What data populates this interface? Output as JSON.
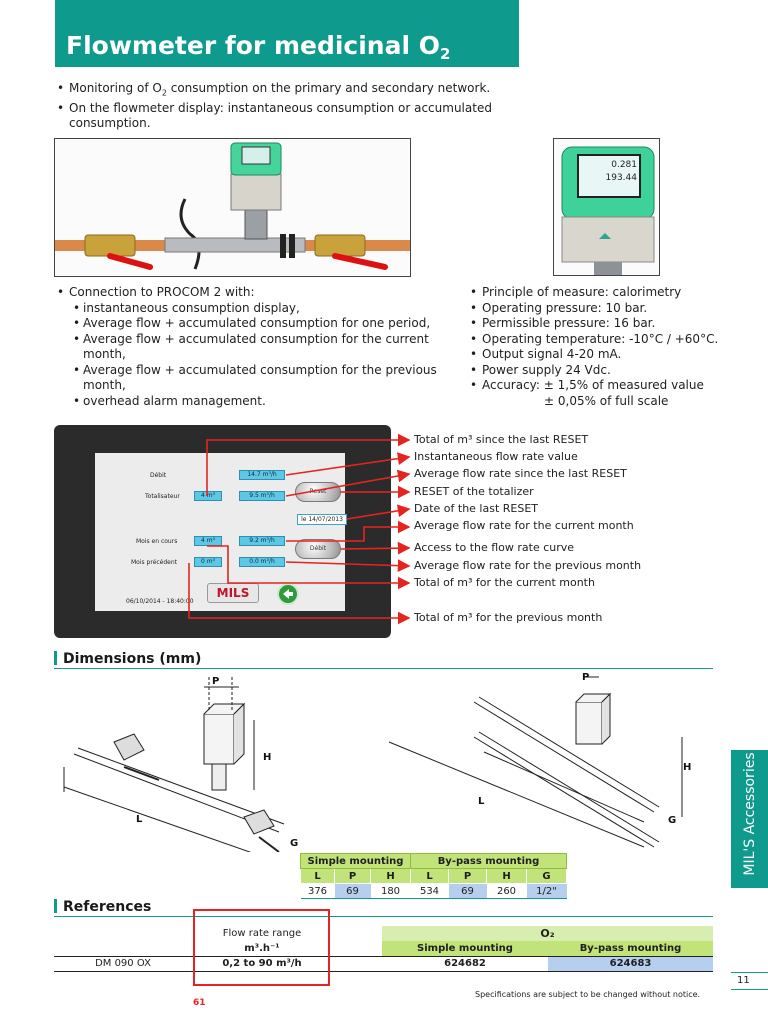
{
  "title": {
    "text": "Flowmeter for medicinal O",
    "sub": "2"
  },
  "intro": {
    "line1_pre": "Monitoring of O",
    "line1_sub": "2",
    "line1_post": " consumption on the primary and secondary network.",
    "line2": "On the flowmeter display: instantaneous consumption or accumulated",
    "line2b": "consumption."
  },
  "photo_right": {
    "value1": "0.281",
    "value2": "193.44"
  },
  "connection": {
    "heading": "Connection to PROCOM 2 with:",
    "items": [
      "instantaneous consumption display,",
      "Average flow + accumulated consumption for one period,",
      "Average flow + accumulated consumption for the current month,",
      "Average flow + accumulated consumption for the previous month,",
      "overhead alarm management."
    ]
  },
  "specs": {
    "items": [
      "Principle of measure: calorimetry",
      "Operating pressure: 10 bar.",
      "Permissible pressure: 16 bar.",
      "Operating temperature: -10°C / +60°C.",
      "Output signal 4-20 mA.",
      "Power supply 24 Vdc.",
      "Accuracy: ± 1,5% of measured value"
    ],
    "accuracy_line2": "± 0,05% of full scale"
  },
  "screen": {
    "debit_label": "Débit",
    "debit_value": "14.7 m³/h",
    "totalisateur_label": "Totalisateur",
    "tot_value": "4 m³",
    "tot_avg": "9.5 m³/h",
    "reset_btn": "Reset",
    "date_value": "le 14/07/2013",
    "mois_cours_label": "Mois en cours",
    "mois_cours_value": "4 m³",
    "mois_cours_avg": "9.2 m³/h",
    "debit_btn": "Débit",
    "mois_prec_label": "Mois précédent",
    "mois_prec_value": "0 m³",
    "mois_prec_avg": "0.0 m³/h",
    "timestamp": "06/10/2014 - 18:40:00",
    "logo": "MILS"
  },
  "annotations": [
    "Total of m³ since the last RESET",
    "Instantaneous flow rate value",
    "Average flow rate since the last RESET",
    "RESET of the totalizer",
    "Date of the last RESET",
    "Average flow rate for the current month",
    "Access to the flow rate curve",
    "Average flow rate for the previous month",
    "Total of m³ for the current month",
    "Total of m³ for the previous month"
  ],
  "dimensions": {
    "heading": "Dimensions (mm)",
    "labels": {
      "p": "P",
      "h": "H",
      "l": "L",
      "g": "G"
    },
    "table": {
      "group1": "Simple mounting",
      "group2": "By-pass mounting",
      "cols": [
        "L",
        "P",
        "H",
        "L",
        "P",
        "H",
        "G"
      ],
      "values": [
        "376",
        "69",
        "180",
        "534",
        "69",
        "260",
        "1/2\""
      ]
    }
  },
  "references": {
    "heading": "References",
    "flow_head1": "Flow rate range",
    "flow_head2": "m³.h⁻¹",
    "gas": "O₂",
    "simple": "Simple mounting",
    "bypass": "By-pass mounting",
    "row": {
      "model": "DM 090 OX",
      "range": "0,2 to 90 m³/h",
      "simple": "624682",
      "bypass": "624683"
    }
  },
  "side_tab": "MIL'S Accessories",
  "page_number": "11",
  "footer_note": "Specifications are subject to be changed without notice.",
  "red_number": "61",
  "colors": {
    "teal": "#0f9a8e",
    "green": "#c2e37a",
    "blue": "#b6cfee",
    "red": "#e5241f"
  }
}
